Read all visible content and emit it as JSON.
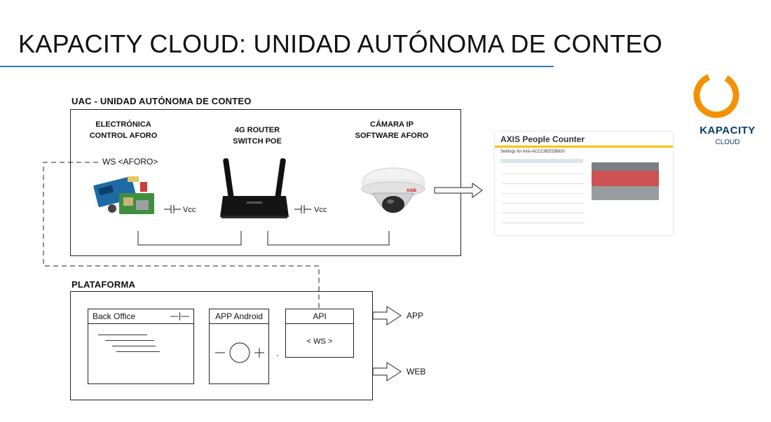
{
  "title": "KAPACITY CLOUD: UNIDAD AUTÓNOMA DE CONTEO",
  "uac": {
    "heading": "UAC - UNIDAD AUTÓNOMA DE CONTEO",
    "electronica_line1": "ELECTRÓNICA",
    "electronica_line2": "CONTROL AFORO",
    "router_line1": "4G ROUTER",
    "router_line2": "SWITCH POE",
    "camara_line1": "CÁMARA IP",
    "camara_line2": "SOFTWARE AFORO",
    "ws_label": "WS <AFORO>",
    "vcc1": "Vcc",
    "vcc2": "Vcc"
  },
  "axis": {
    "title": "AXIS People Counter",
    "subtitle": "Settings for Axis-ACCC8EEDB620"
  },
  "logo": {
    "name": "KAPACITY",
    "sub": "CLOUD"
  },
  "plataforma": {
    "heading": "PLATAFORMA",
    "backoffice": "Back Office",
    "backoffice_ctrl": "—|—",
    "app_android": "APP Android",
    "api": "API",
    "api_ws": "< WS >"
  },
  "outputs": {
    "app": "APP",
    "web": "WEB"
  }
}
